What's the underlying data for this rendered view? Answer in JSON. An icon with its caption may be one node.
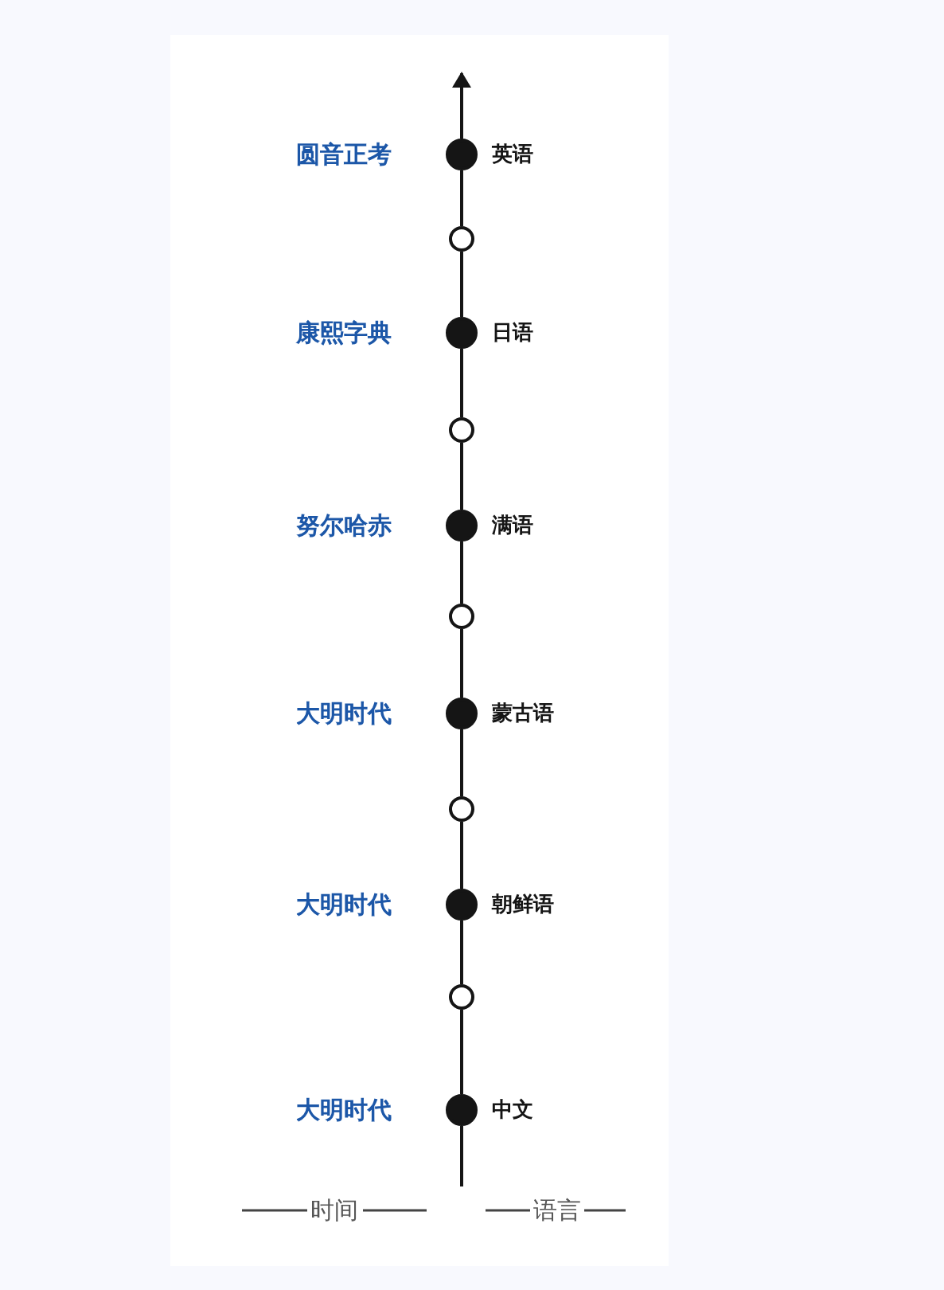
{
  "diagram": {
    "nodes": [
      {
        "text": [],
        "shape": "dot",
        "beside": [
          "圆音正考",
          "英语"
        ]
      },
      {
        "text": [],
        "shape": "circle"
      },
      {
        "text": [],
        "shape": "dot",
        "beside": [
          "康熙字典",
          "日语"
        ]
      },
      {
        "text": [],
        "shape": "circle"
      },
      {
        "text": [],
        "shape": "dot",
        "beside": [
          "努尔哈赤",
          "满语"
        ]
      },
      {
        "text": [],
        "shape": "circle"
      },
      {
        "text": [],
        "shape": "dot",
        "beside": [
          "大明时代",
          "蒙古语"
        ]
      },
      {
        "text": [],
        "shape": "circle"
      },
      {
        "text": [],
        "shape": "dot",
        "beside": [
          "大明时代",
          "朝鲜语"
        ]
      },
      {
        "text": [],
        "shape": "circle"
      },
      {
        "text": [],
        "shape": "dot",
        "beside": [
          "大明时代",
          "中文"
        ]
      }
    ],
    "edges": [
      {
        "from": 0,
        "to": null,
        "arrow": "to"
      },
      {
        "from": 1,
        "to": 0,
        "arrow": "none"
      },
      {
        "from": 2,
        "to": 1,
        "arrow": "none"
      },
      {
        "from": 3,
        "to": 2,
        "arrow": "none"
      },
      {
        "from": 4,
        "to": 3,
        "arrow": "none"
      },
      {
        "from": 5,
        "to": 4,
        "arrow": "none"
      },
      {
        "from": 6,
        "to": 5,
        "arrow": "none"
      },
      {
        "from": 7,
        "to": 6,
        "arrow": "none"
      },
      {
        "from": 8,
        "to": 7,
        "arrow": "none"
      },
      {
        "from": 9,
        "to": 8,
        "arrow": "none"
      },
      {
        "from": 10,
        "to": 9,
        "arrow": "none"
      },
      {
        "from": null,
        "to": 10,
        "arrow": "none"
      }
    ],
    "labels": [
      "时间",
      "语言"
    ]
  }
}
